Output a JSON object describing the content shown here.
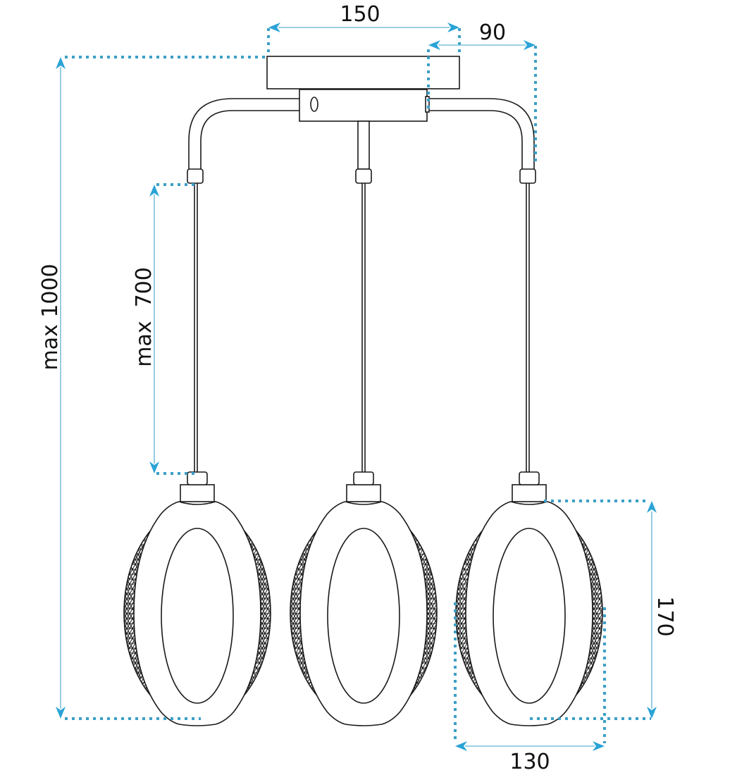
{
  "diagram": {
    "subject": "Three-pendant ceiling lamp with oval lattice shades",
    "colors": {
      "dimension_line": "#7cc0db",
      "dimension_dotted": "#3b9fc7",
      "arrow": "#2aa3d6",
      "drawing_stroke": "#1a1a1a",
      "background": "#ffffff"
    },
    "dimensions": {
      "canopy_width": {
        "label": "150",
        "orientation": "horizontal"
      },
      "arm_offset": {
        "label": "90",
        "orientation": "horizontal"
      },
      "total_height": {
        "label": "max 1000",
        "orientation": "vertical"
      },
      "cable_length": {
        "label": "max  700",
        "orientation": "vertical"
      },
      "shade_height": {
        "label": "170",
        "orientation": "vertical"
      },
      "shade_width": {
        "label": "130",
        "orientation": "horizontal"
      }
    },
    "components": [
      {
        "name": "ceiling-canopy"
      },
      {
        "name": "mounting-bar"
      },
      {
        "name": "left-arm"
      },
      {
        "name": "center-stem"
      },
      {
        "name": "right-arm"
      },
      {
        "name": "pendant-left"
      },
      {
        "name": "pendant-center"
      },
      {
        "name": "pendant-right"
      }
    ]
  }
}
